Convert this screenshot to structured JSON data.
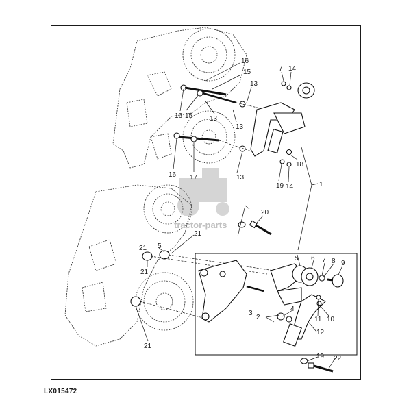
{
  "figure": {
    "id": "LX015472",
    "watermark": "tractor-parts"
  },
  "callouts": {
    "c1": "1",
    "c2": "2",
    "c3": "3",
    "c4": "4",
    "c5a": "5",
    "c5b": "5",
    "c6": "6",
    "c7a": "7",
    "c7b": "7",
    "c8": "8",
    "c9": "9",
    "c10": "10",
    "c11": "11",
    "c12": "12",
    "c13a": "13",
    "c13b": "13",
    "c13c": "13",
    "c13d": "13",
    "c14a": "14",
    "c14b": "14",
    "c15a": "15",
    "c15b": "15",
    "c16a": "16",
    "c16b": "16",
    "c16c": "16",
    "c17": "17",
    "c18": "18",
    "c19a": "19",
    "c19b": "19",
    "c20": "20",
    "c21a": "21",
    "c21b": "21",
    "c21c": "21",
    "c21d": "21",
    "c22": "22"
  },
  "colors": {
    "ink": "#111111",
    "watermark": "#8c8c8c"
  }
}
